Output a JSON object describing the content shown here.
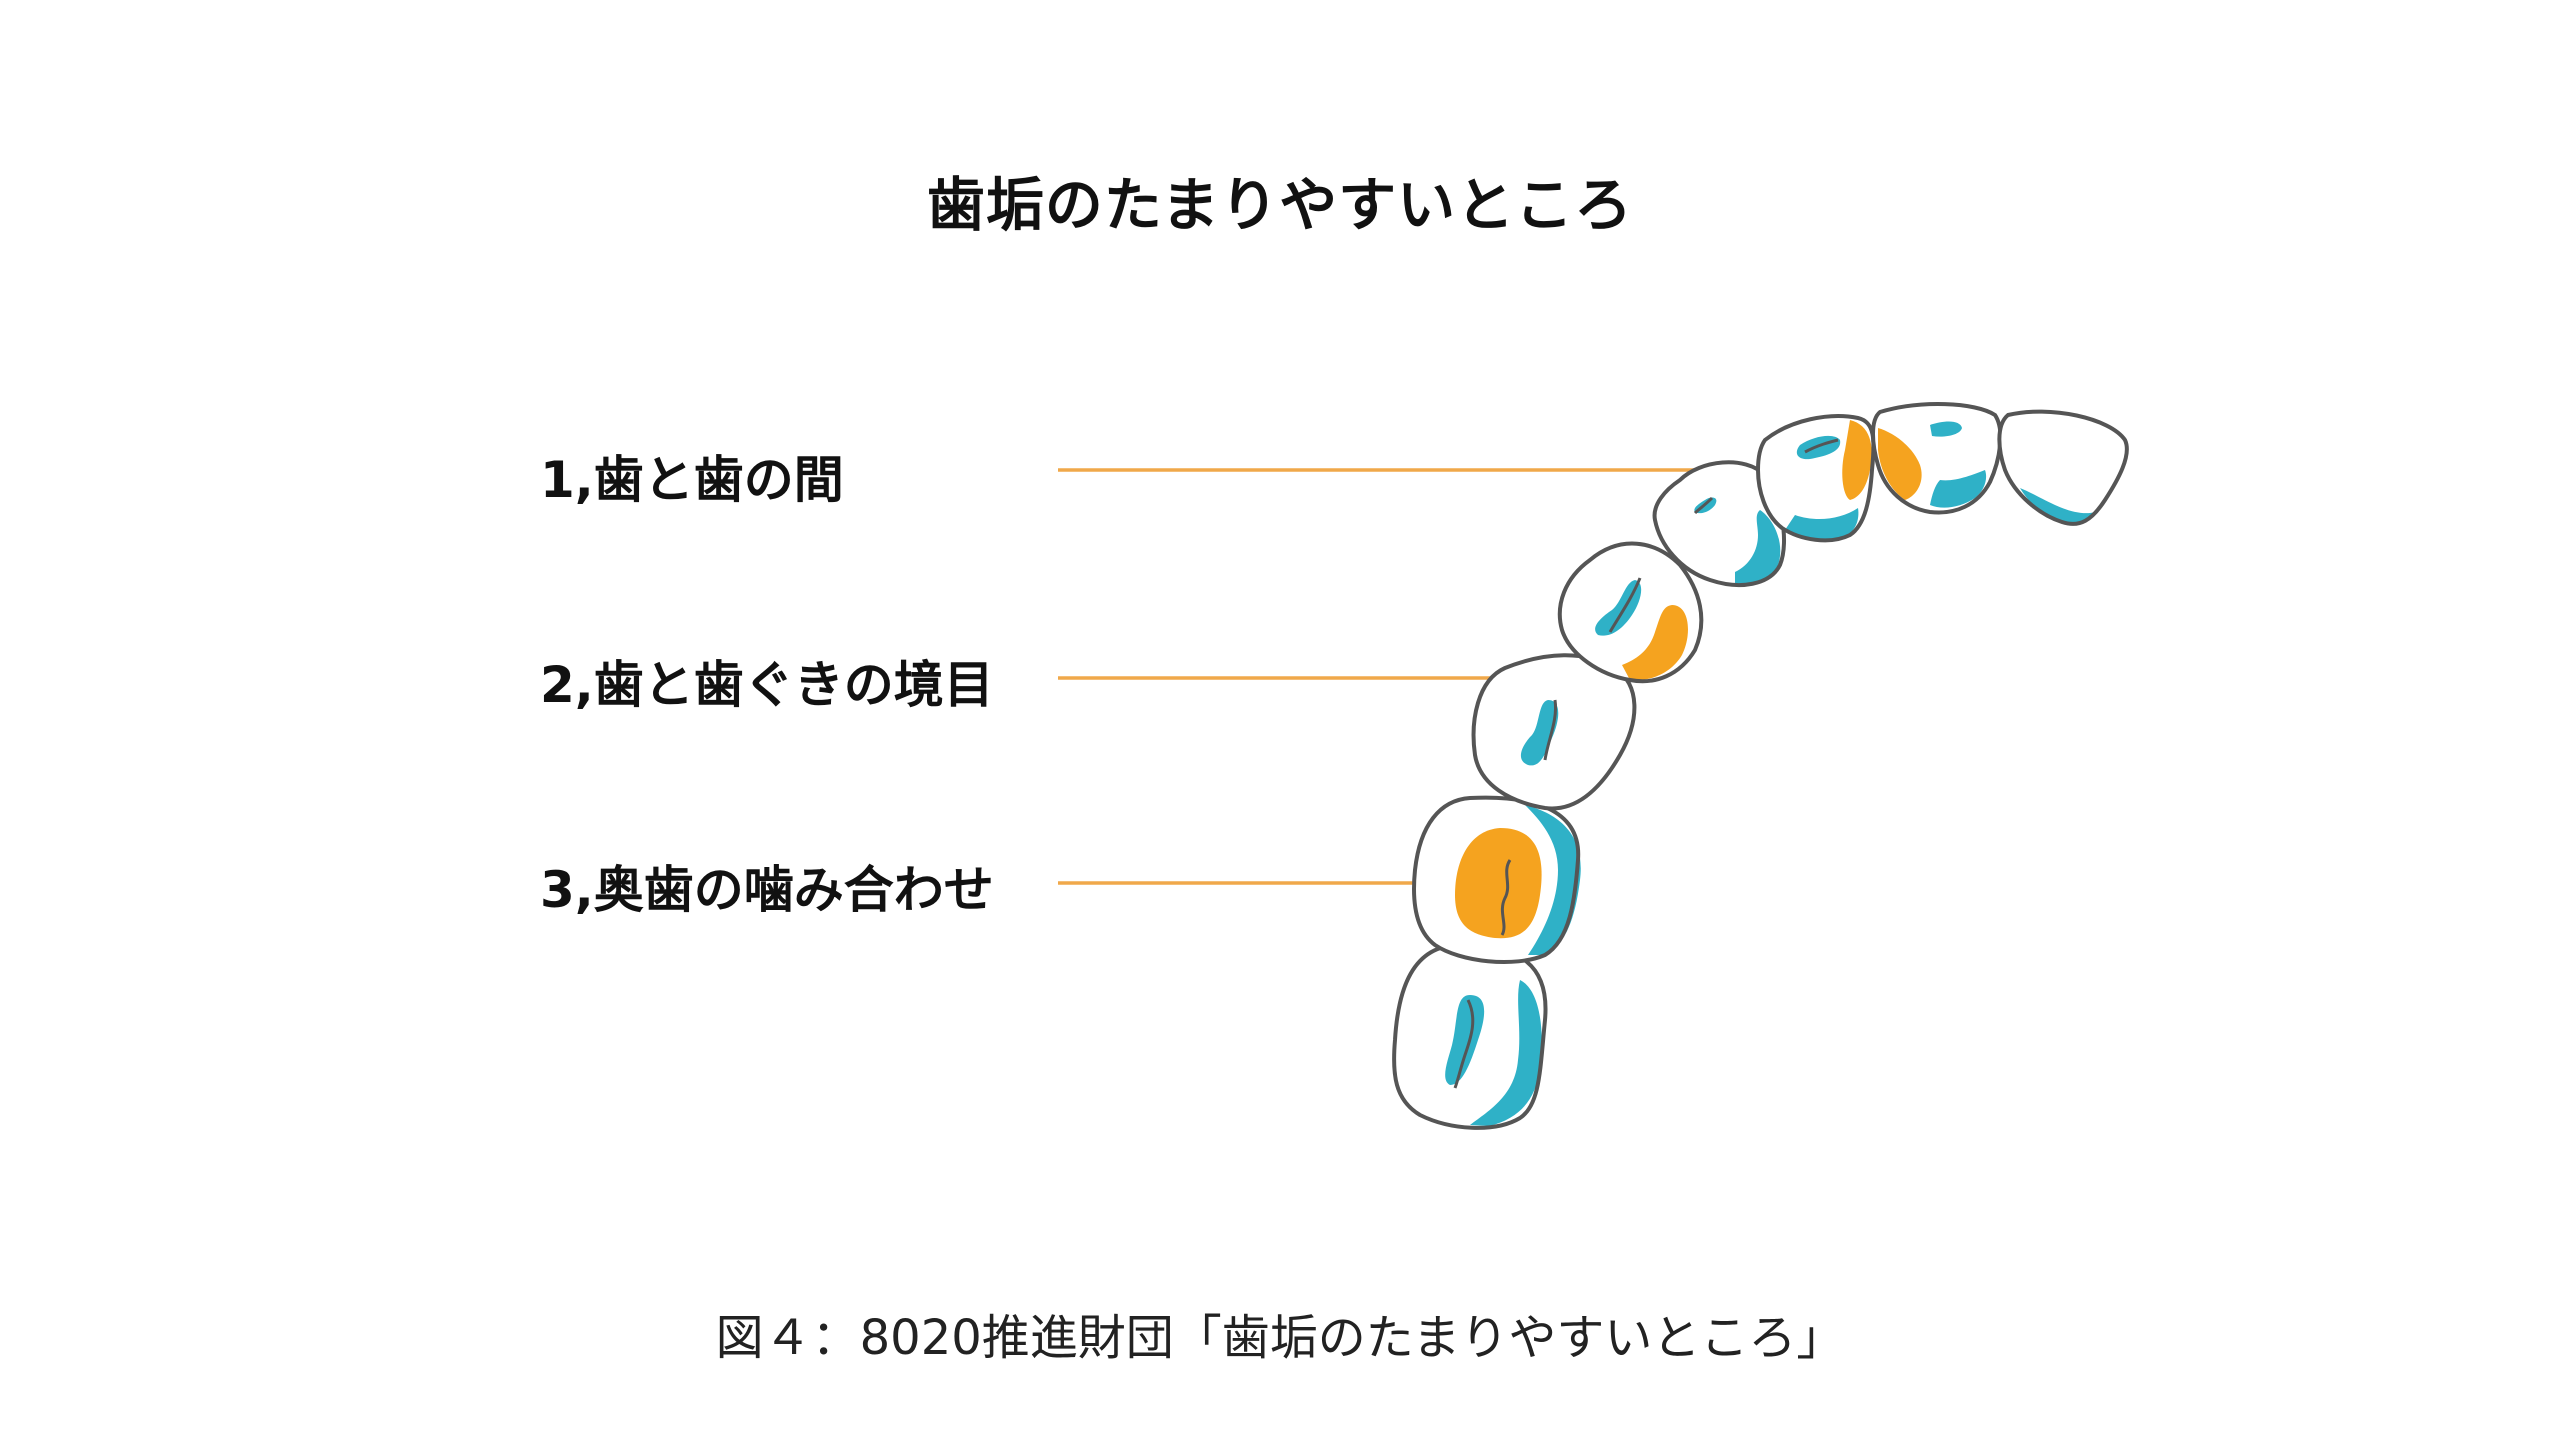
{
  "title": "歯垢のたまりやすいところ",
  "labels": [
    {
      "text": "1,歯と歯の間"
    },
    {
      "text": "2,歯と歯ぐきの境目"
    },
    {
      "text": "3,奥歯の噛み合わせ"
    }
  ],
  "caption": "図４：8020推進財団「歯垢のたまりやすいところ」",
  "colors": {
    "plaque_orange": "#f5a31f",
    "plaque_blue": "#2fb1c7",
    "tooth_outline": "#555555",
    "leader_line": "#f0a84a"
  }
}
